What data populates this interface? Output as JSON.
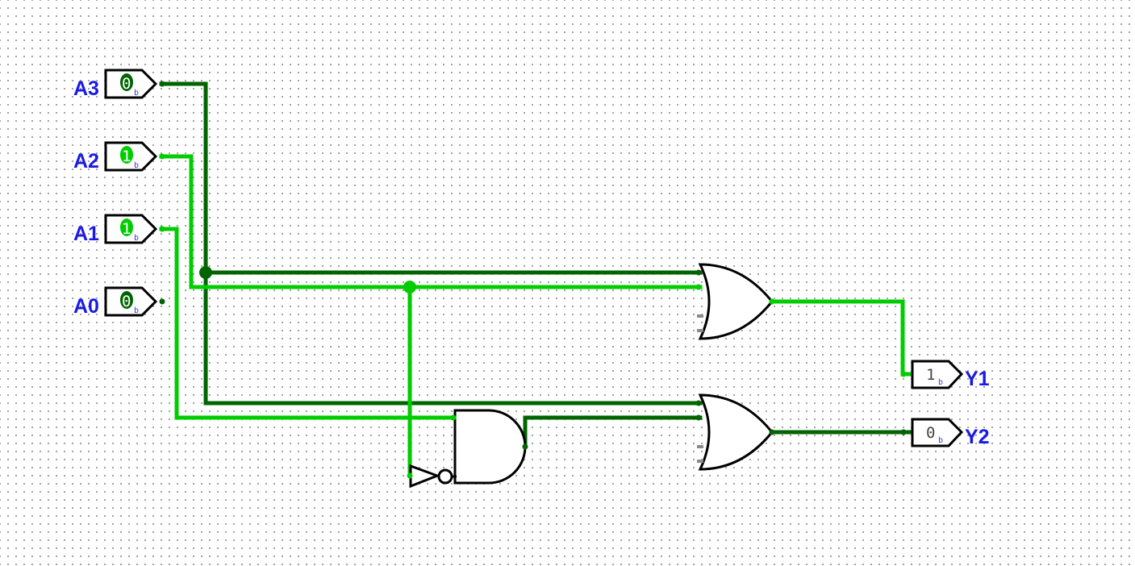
{
  "colors": {
    "wire_on": "#00cc00",
    "wire_off": "#006400",
    "label": "#1a1ae6",
    "pin_sub": "#3a3acc",
    "grid_dot": "#8a8a8a",
    "gate_stroke": "#000000"
  },
  "inputs": [
    {
      "id": "A3",
      "label": "A3",
      "value": "0",
      "base": "b",
      "state": "off"
    },
    {
      "id": "A2",
      "label": "A2",
      "value": "1",
      "base": "b",
      "state": "on"
    },
    {
      "id": "A1",
      "label": "A1",
      "value": "1",
      "base": "b",
      "state": "on"
    },
    {
      "id": "A0",
      "label": "A0",
      "value": "0",
      "base": "b",
      "state": "off"
    }
  ],
  "outputs": [
    {
      "id": "Y1",
      "label": "Y1",
      "value": "1",
      "base": "b",
      "state": "on"
    },
    {
      "id": "Y2",
      "label": "Y2",
      "value": "0",
      "base": "b",
      "state": "off"
    }
  ],
  "gates": [
    {
      "id": "or-y1",
      "type": "OR"
    },
    {
      "id": "or-y2",
      "type": "OR"
    },
    {
      "id": "and-1",
      "type": "AND"
    },
    {
      "id": "not-1",
      "type": "NOT"
    }
  ]
}
